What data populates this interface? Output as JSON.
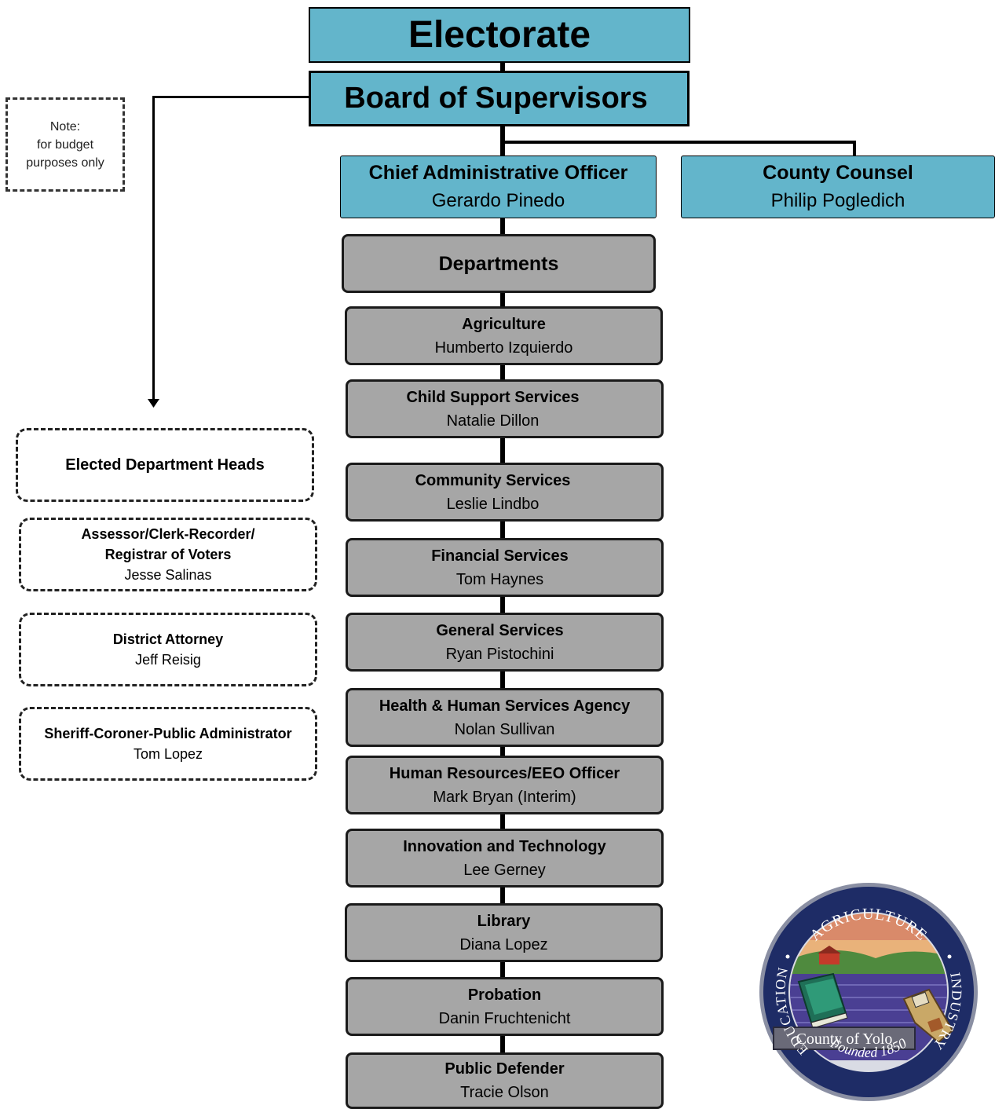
{
  "top": {
    "electorate": "Electorate",
    "board": "Board of Supervisors"
  },
  "cao": {
    "title": "Chief Administrative Officer",
    "name": "Gerardo Pinedo"
  },
  "counsel": {
    "title": "County Counsel",
    "name": "Philip Pogledich"
  },
  "departments_header": "Departments",
  "departments": [
    {
      "title": "Agriculture",
      "name": "Humberto Izquierdo"
    },
    {
      "title": "Child Support Services",
      "name": "Natalie Dillon"
    },
    {
      "title": "Community Services",
      "name": "Leslie Lindbo"
    },
    {
      "title": "Financial Services",
      "name": "Tom Haynes"
    },
    {
      "title": "General Services",
      "name": "Ryan Pistochini"
    },
    {
      "title": "Health & Human Services Agency",
      "name": "Nolan Sullivan"
    },
    {
      "title": "Human Resources/EEO Officer",
      "name": "Mark Bryan (Interim)"
    },
    {
      "title": "Innovation and Technology",
      "name": "Lee Gerney"
    },
    {
      "title": "Library",
      "name": "Diana Lopez"
    },
    {
      "title": "Probation",
      "name": "Danin Fruchtenicht"
    },
    {
      "title": "Public Defender",
      "name": "Tracie Olson"
    }
  ],
  "note": {
    "line1": "Note:",
    "line2": "for budget",
    "line3": "purposes only"
  },
  "elected": {
    "header": "Elected Department Heads",
    "assessor": {
      "title1": "Assessor/Clerk-Recorder/",
      "title2": "Registrar of Voters",
      "name": "Jesse Salinas"
    },
    "da": {
      "title": "District Attorney",
      "name": "Jeff Reisig"
    },
    "sheriff": {
      "title": "Sheriff-Coroner-Public Administrator",
      "name": "Tom Lopez"
    }
  },
  "seal": {
    "top_text": "AGRICULTURE",
    "left_text": "EDUCATION",
    "right_text": "INDUSTRY",
    "banner": "County of Yolo",
    "bottom_text": "Founded 1850"
  }
}
